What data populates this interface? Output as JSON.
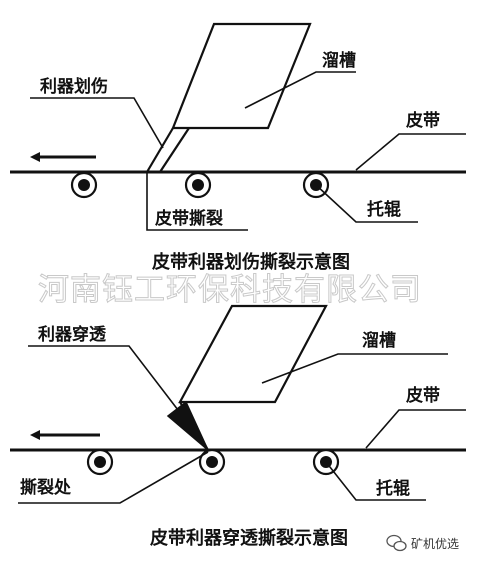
{
  "top_diagram": {
    "labels": {
      "chute": "溜槽",
      "sharp_scratch": "利器划伤",
      "belt": "皮带",
      "belt_tear": "皮带撕裂",
      "idler": "托辊"
    },
    "caption": "皮带利器划伤撕裂示意图"
  },
  "watermark": "河南钰工环保科技有限公司",
  "bottom_diagram": {
    "labels": {
      "chute": "溜槽",
      "sharp_pierce": "利器穿透",
      "belt": "皮带",
      "tear_point": "撕裂处",
      "idler": "托辊"
    },
    "caption": "皮带利器穿透撕裂示意图"
  },
  "logo": {
    "text": "矿机优选",
    "icon": "wechat-bubble-icon"
  }
}
